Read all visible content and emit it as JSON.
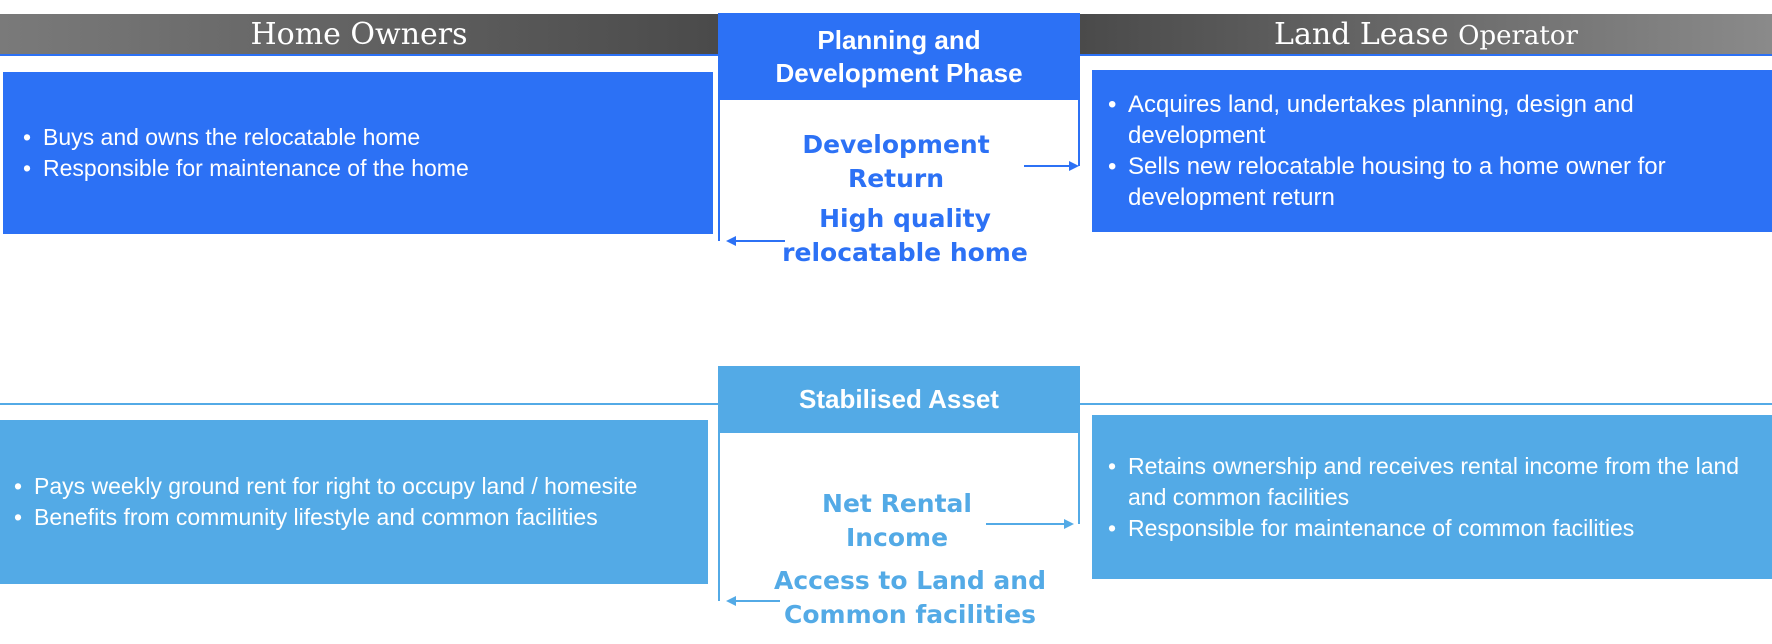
{
  "header": {
    "left_title": "Home Owners",
    "right_title_main": "Land Lease",
    "right_title_sub": "Operator"
  },
  "phase1": {
    "title_line1": "Planning and",
    "title_line2": "Development Phase",
    "flow_right_line1": "Development",
    "flow_right_line2": "Return",
    "flow_left_line1": "High quality",
    "flow_left_line2": "relocatable home",
    "left_items": [
      "Buys and owns the relocatable home",
      "Responsible for maintenance of the home"
    ],
    "right_items": [
      "Acquires land, undertakes planning, design and development",
      "Sells new relocatable housing to a home owner for development return"
    ]
  },
  "phase2": {
    "title": "Stabilised Asset",
    "flow_right_line1": "Net Rental",
    "flow_right_line2": "Income",
    "flow_left_line1": "Access to Land and",
    "flow_left_line2": "Common facilities",
    "left_items": [
      "Pays weekly ground rent for right to occupy land / homesite",
      "Benefits from community lifestyle and common facilities"
    ],
    "right_items": [
      "Retains ownership and receives rental income from the land and common facilities",
      "Responsible for maintenance of common facilities"
    ]
  },
  "colors": {
    "dark_blue": "#2c71f5",
    "light_blue": "#53aae6",
    "header_grey": "#5a5a5a"
  }
}
